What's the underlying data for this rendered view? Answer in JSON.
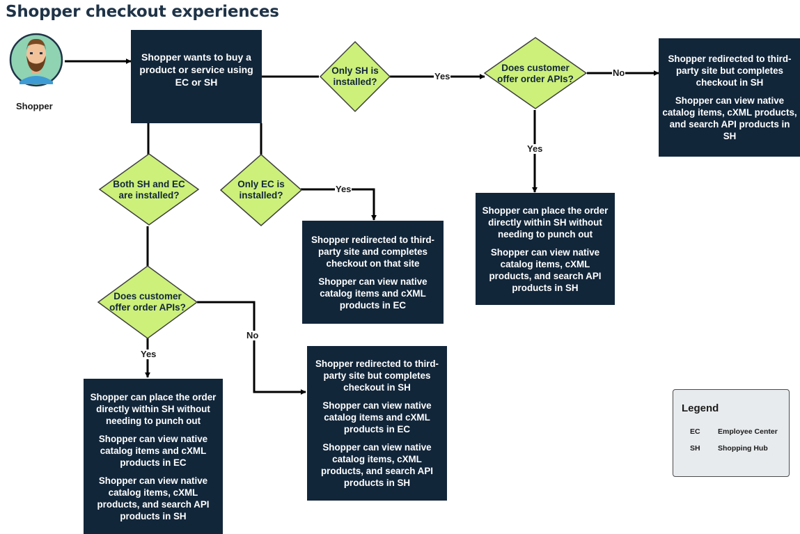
{
  "title": "Shopper checkout experiences",
  "actor": {
    "label": "Shopper",
    "icon": "bearded-person-avatar-icon"
  },
  "nodes": {
    "start": [
      "Shopper wants to buy a product or service using EC or SH"
    ],
    "decision_only_sh": "Only SH is installed?",
    "decision_order_apis_top": "Does customer offer order APIs?",
    "result_redirect_top": [
      "Shopper redirected to third-party site but completes checkout in SH",
      "Shopper can view native catalog items, cXML products, and search API products in SH"
    ],
    "result_place_order_top": [
      "Shopper can place the order directly within SH without needing to punch out",
      "Shopper can view native catalog items, cXML products, and search API products in SH"
    ],
    "decision_both": "Both SH and EC are installed?",
    "decision_only_ec": "Only EC is installed?",
    "result_only_ec": [
      "Shopper redirected to third-party site and completes checkout on that site",
      "Shopper can view native catalog items and cXML products in EC"
    ],
    "decision_order_apis_bottom": "Does customer offer order APIs?",
    "result_place_order_bottom": [
      "Shopper can place the order directly within SH without needing to punch out",
      "Shopper can view native catalog items and cXML products in EC",
      "Shopper can view native catalog items, cXML products, and search API products in SH"
    ],
    "result_redirect_bottom": [
      "Shopper redirected to third-party site but completes checkout in SH",
      "Shopper can view native catalog items and cXML products in EC",
      "Shopper can view native catalog items, cXML products, and search API products in SH"
    ]
  },
  "edge_labels": {
    "only_sh_yes": "Yes",
    "apis_top_no": "No",
    "apis_top_yes": "Yes",
    "only_ec_yes": "Yes",
    "apis_bottom_yes": "Yes",
    "apis_bottom_no": "No"
  },
  "legend": {
    "title": "Legend",
    "items": [
      {
        "abbr": "EC",
        "meaning": "Employee Center"
      },
      {
        "abbr": "SH",
        "meaning": "Shopping Hub"
      }
    ]
  },
  "colors": {
    "box": "#12263a",
    "diamond_fill": "#ccf07a",
    "diamond_stroke": "#3e3e3e",
    "avatar_bg": "#8fd3b3",
    "legend_bg": "#e8ebee"
  }
}
